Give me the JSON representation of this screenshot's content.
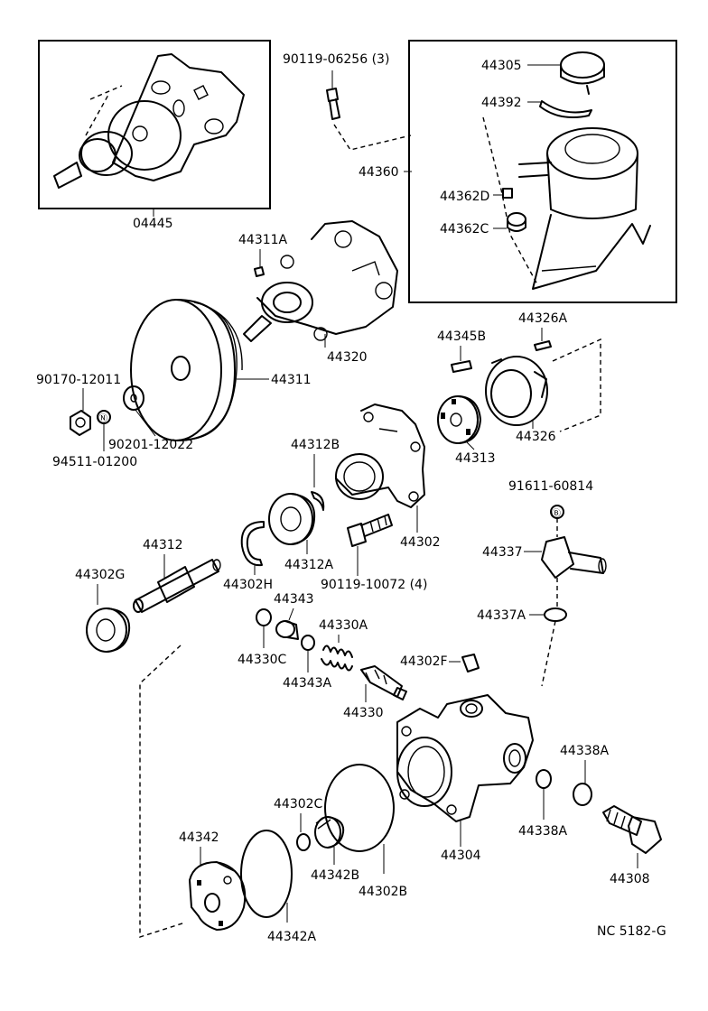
{
  "labels": {
    "kit_04446": "04445",
    "bolt_90119_06256": "90119-06256 (3)",
    "cap_44305": "44305",
    "gasket_44392": "44392",
    "reservoir_44360": "44360",
    "part_44362D": "44362D",
    "part_44362C": "44362C",
    "key_44311A": "44311A",
    "pump_44320": "44320",
    "pulley_44311": "44311",
    "nut_90170": "90170-12011",
    "washer_90201": "90201-12022",
    "washer_94511": "94511-01200",
    "plate_44345B": "44345B",
    "vane_44326A": "44326A",
    "ring_44326": "44326",
    "rotor_44313": "44313",
    "snap_44312B": "44312B",
    "bearing_44312A": "44312A",
    "shaft_44312": "44312",
    "snap_44302H": "44302H",
    "seal_44302G": "44302G",
    "housing_44302": "44302",
    "bolt_90119_10072": "90119-10072 (4)",
    "union_91611": "91611-60814",
    "union_44337": "44337",
    "oring_44337A": "44337A",
    "plug_44343": "44343",
    "oring_44330C": "44330C",
    "spring_44330A": "44330A",
    "oring_44343A": "44343A",
    "valve_44330": "44330",
    "plug_44302F": "44302F",
    "oring_44338A_top": "44338A",
    "oring_44338A_bottom": "44338A",
    "housing_44304": "44304",
    "plug_44308": "44308",
    "oring_44302C": "44302C",
    "plate_44342": "44342",
    "ring_44342B": "44342B",
    "oring_44302B": "44302B",
    "gasket_44342A": "44342A",
    "catalog_code": "NC 5182-G"
  },
  "markers": {
    "circle_marker_1": "Ⓝ",
    "circle_marker_2": "Ⓑ"
  }
}
